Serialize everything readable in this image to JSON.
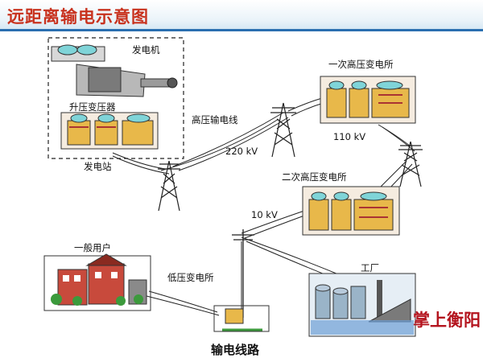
{
  "title": "远距离输电示意图",
  "labels": {
    "generator": "发电机",
    "step_up_transformer": "升压变压器",
    "power_plant": "发电站",
    "high_voltage_line": "高压输电线",
    "voltage_220": "220 kV",
    "primary_substation": "一次高压变电所",
    "voltage_110": "110 kV",
    "secondary_substation": "二次高压变电所",
    "voltage_10": "10 kV",
    "general_user": "一般用户",
    "low_voltage_substation": "低压变电所",
    "factory": "工厂",
    "transmission_line": "输电线路"
  },
  "watermark": "掌上衡阳",
  "colors": {
    "title": "#c8321e",
    "header_rule": "#2a6fb0",
    "transformer_body": "#e8b84a",
    "equipment_cyan": "#7fd4d8",
    "building_red": "#c84a3c",
    "watermark": "#b4141e"
  }
}
